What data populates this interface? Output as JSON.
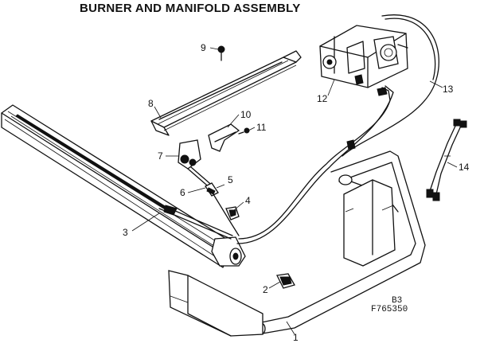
{
  "title": "BURNER AND MANIFOLD ASSEMBLY",
  "callouts": [
    {
      "id": "c1",
      "text": "1"
    },
    {
      "id": "c2",
      "text": "2"
    },
    {
      "id": "c3",
      "text": "3"
    },
    {
      "id": "c4",
      "text": "4"
    },
    {
      "id": "c5",
      "text": "5"
    },
    {
      "id": "c6",
      "text": "6"
    },
    {
      "id": "c7",
      "text": "7"
    },
    {
      "id": "c8",
      "text": "8"
    },
    {
      "id": "c9",
      "text": "9"
    },
    {
      "id": "c10",
      "text": "10"
    },
    {
      "id": "c11",
      "text": "11"
    },
    {
      "id": "c12",
      "text": "12"
    },
    {
      "id": "c13",
      "text": "13"
    },
    {
      "id": "c14",
      "text": "14"
    }
  ],
  "drawing_codes": {
    "section": "B3",
    "figure": "F765350"
  }
}
